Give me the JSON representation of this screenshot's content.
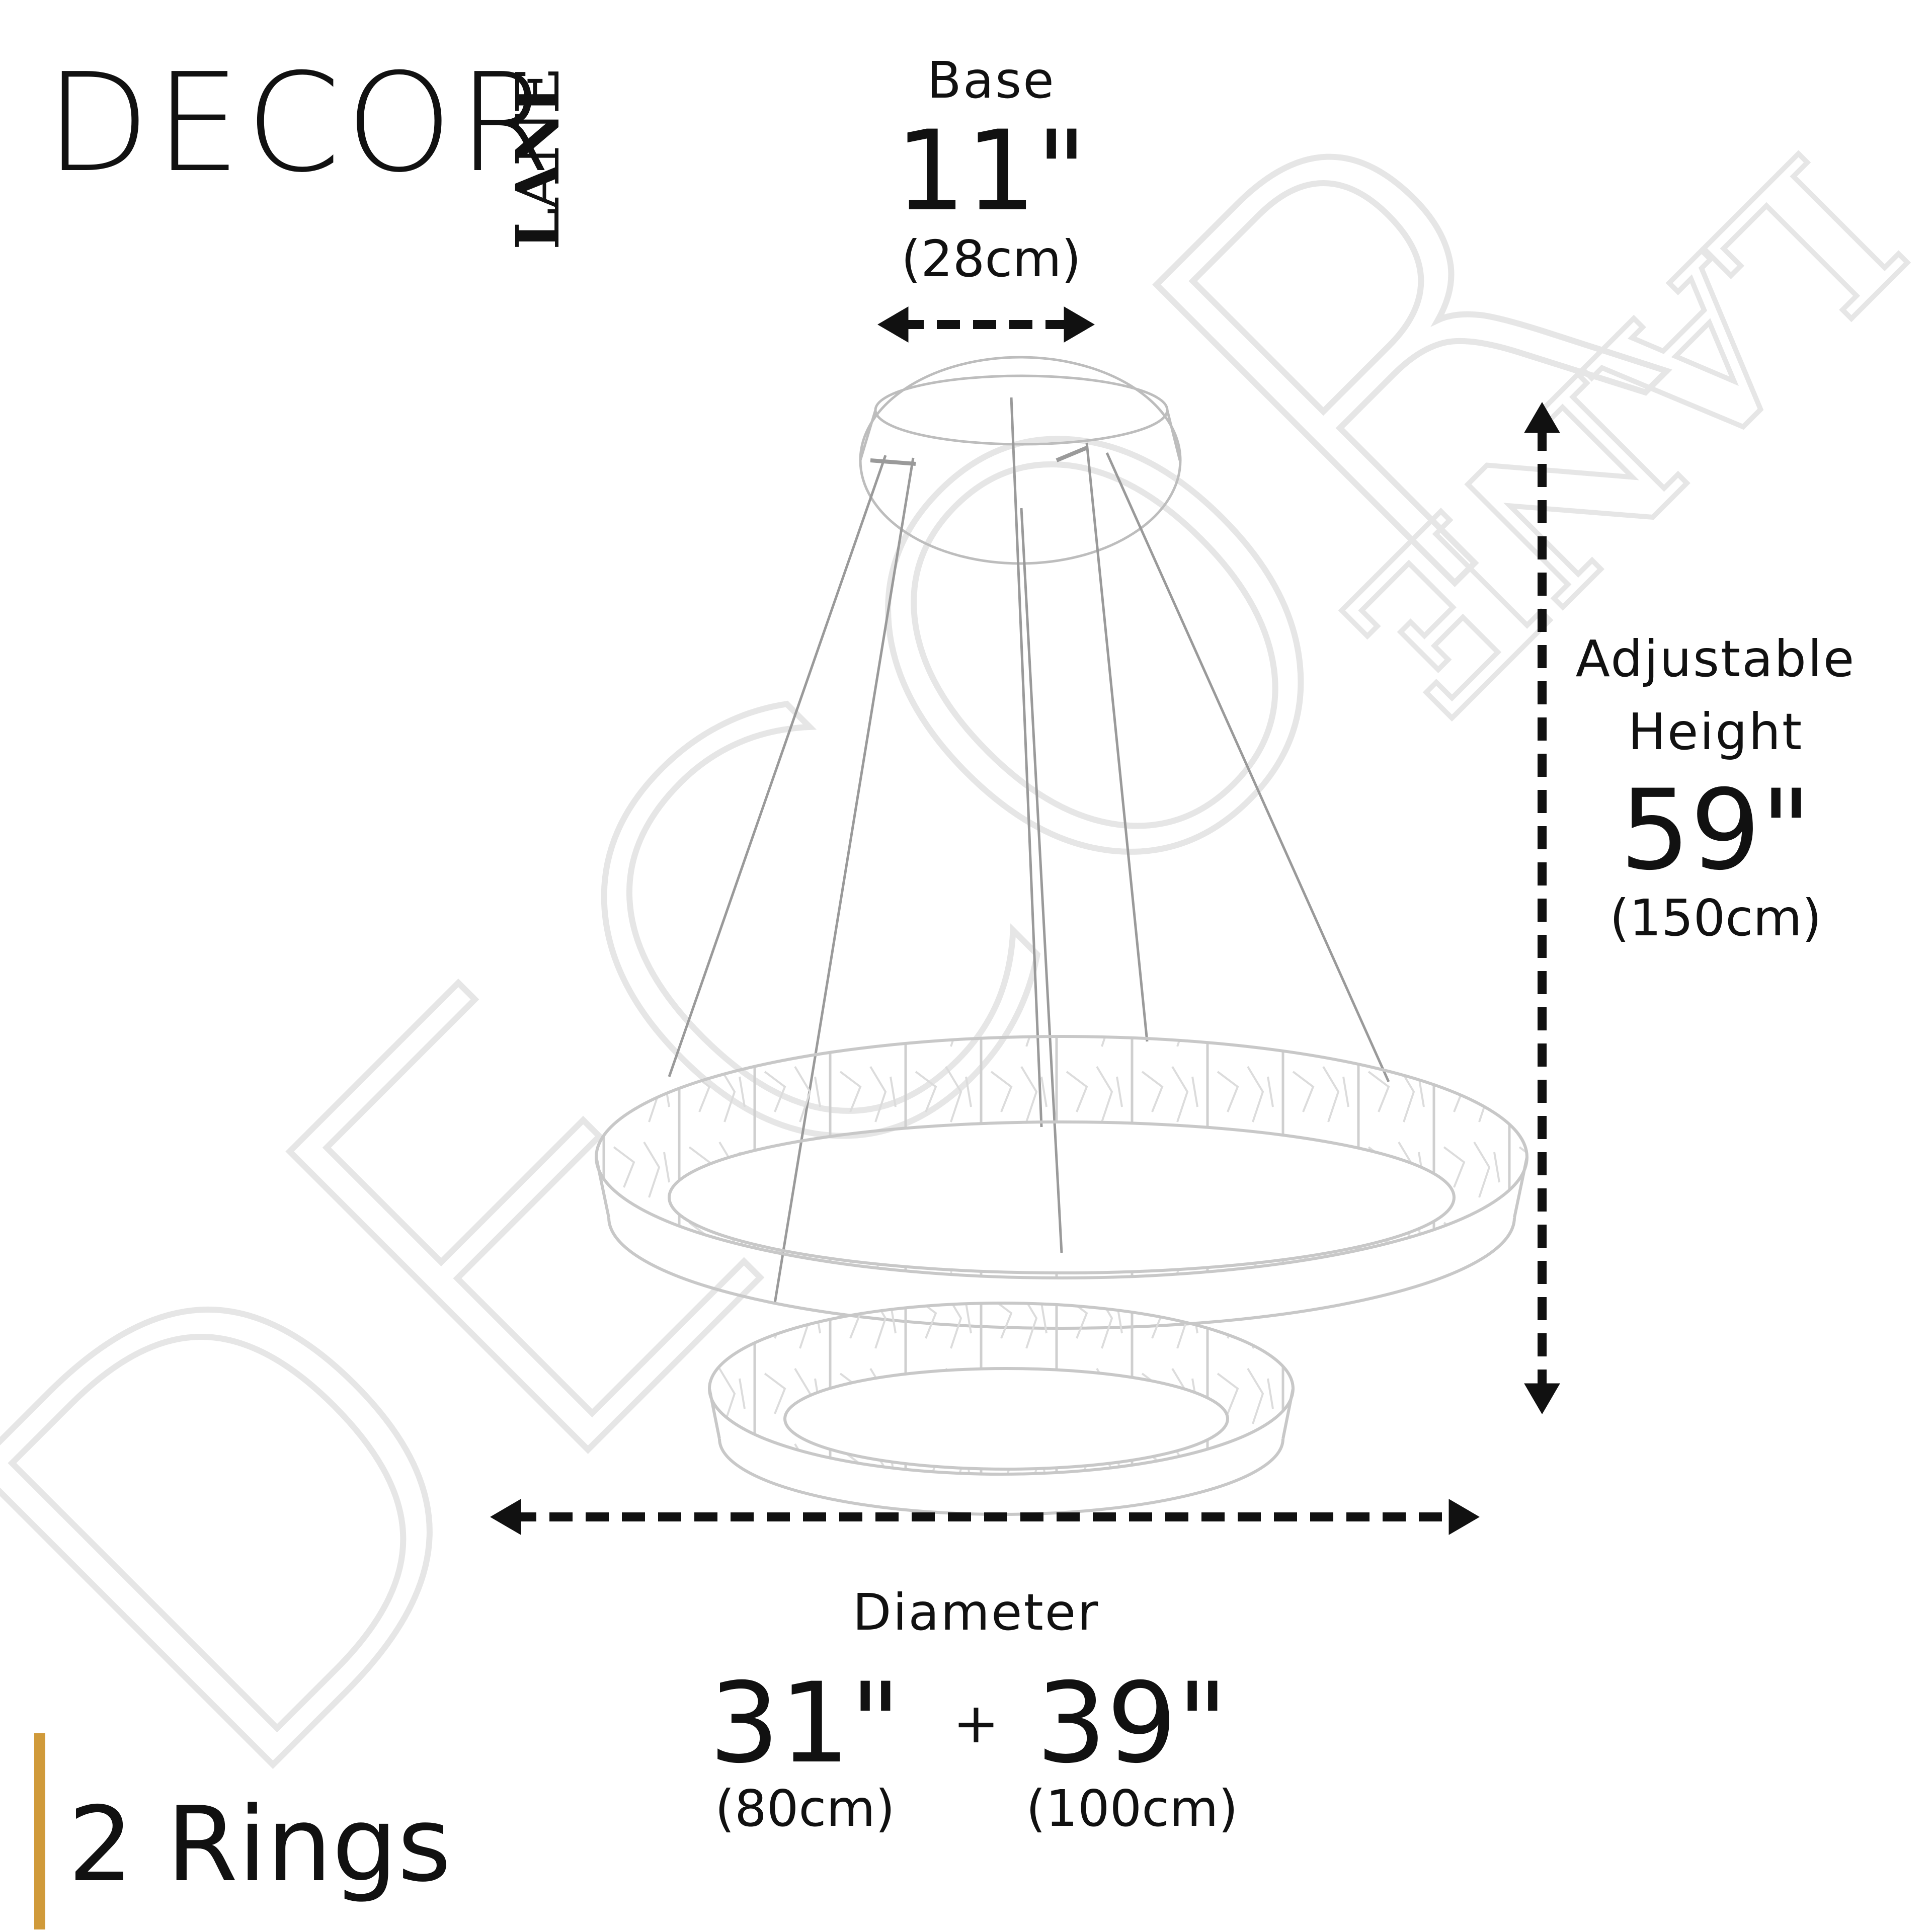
{
  "brand": {
    "logo_main": "DECOR",
    "logo_sub": "LANE",
    "watermark_main": "DECOR",
    "watermark_sub": "LANE"
  },
  "base": {
    "label": "Base",
    "value": "11\"",
    "metric": "(28cm)"
  },
  "height": {
    "label_line1": "Adjustable",
    "label_line2": "Height",
    "value": "59\"",
    "metric": "(150cm)"
  },
  "diameter": {
    "label": "Diameter",
    "small": {
      "value": "31\"",
      "metric": "(80cm)"
    },
    "plus": "+",
    "large": {
      "value": "39\"",
      "metric": "(100cm)"
    }
  },
  "rings": {
    "label": "2 Rings"
  },
  "colors": {
    "accent": "#d09a3a",
    "text": "#111111",
    "watermark": "#e8e8e8",
    "line": "#9a9a9a"
  },
  "icons": [
    "double-arrow-horizontal-icon",
    "double-arrow-vertical-icon"
  ]
}
